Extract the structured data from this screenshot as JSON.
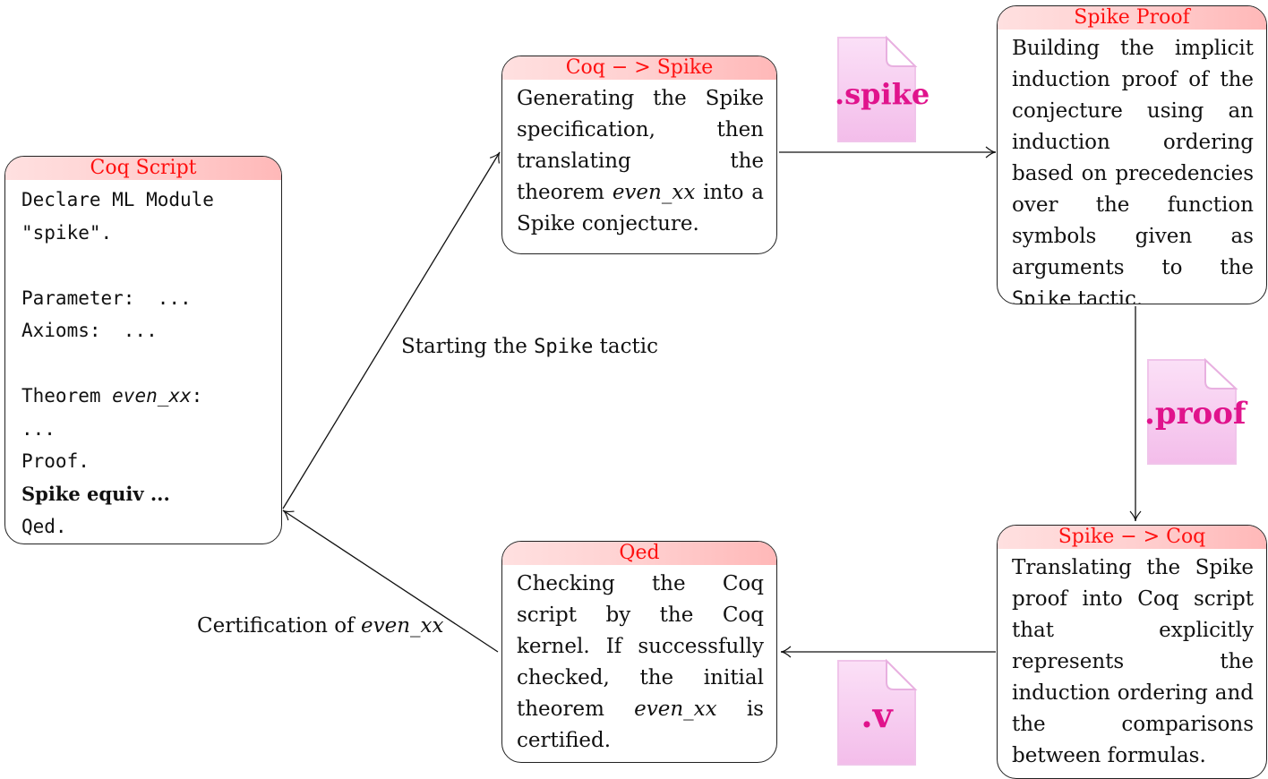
{
  "coq_script": {
    "title": "Coq Script",
    "lines": [
      "Declare ML Module",
      "\"spike\".",
      "",
      "Parameter:  ...",
      "Axioms:  ...",
      "",
      "Theorem ",
      ":",
      "...",
      "Proof.",
      "Spike equiv ...",
      "Qed."
    ],
    "theorem_name": "even_xx"
  },
  "coq_to_spike": {
    "title": "Coq − > Spike",
    "text_a": "Generating the Spike specification, then translating the theorem ",
    "text_it": "even_xx",
    "text_b": " into a Spike conjecture."
  },
  "spike_proof": {
    "title": "Spike Proof",
    "text_a": "Building the implicit induction proof of the conjecture using an induction ordering based on precedencies over the function symbols given as arguments to the ",
    "text_mono": "Spike",
    "text_b": " tactic."
  },
  "spike_to_coq": {
    "title": "Spike − > Coq",
    "text": "Translating the Spike proof into Coq script that explicitly represents the induction ordering and the comparisons between formulas."
  },
  "qed": {
    "title": "Qed",
    "text_a": "Checking the Coq script by the Coq kernel. If successfully checked, the initial theorem ",
    "text_it": "even_xx",
    "text_b": " is certified."
  },
  "labels": {
    "start_a": "Starting the ",
    "start_mono": "Spike",
    "start_b": " tactic",
    "cert_a": "Certification of ",
    "cert_it": "even_xx"
  },
  "files": {
    "spike": ".spike",
    "proof": ".proof",
    "v": ".v"
  },
  "colors": {
    "title_text": "#ff1010",
    "title_band": "#ffc8c8",
    "file_icon": "#f6c6f0",
    "file_text": "#e0138c"
  }
}
